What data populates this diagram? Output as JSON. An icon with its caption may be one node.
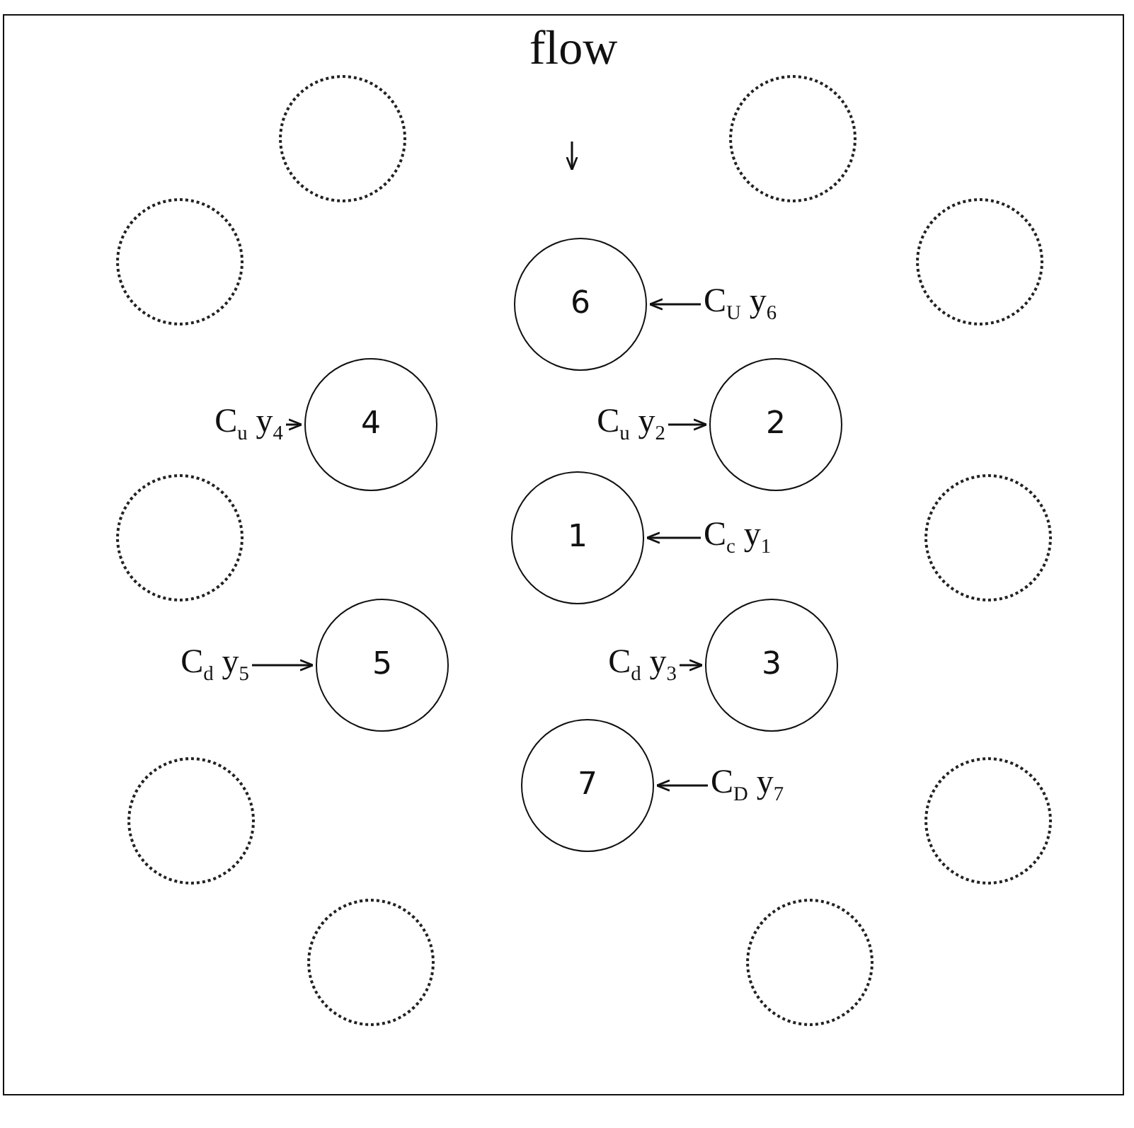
{
  "diagram": {
    "nodes": [
      {
        "text": [],
        "shape": "circle"
      },
      {
        "text": [],
        "shape": "circle"
      },
      {
        "text": [
          "6"
        ]
      },
      {
        "text": [
          "C$_{U}$ y$_{6}$"
        ]
      },
      {
        "text": [],
        "shape": "circle"
      },
      {
        "text": [],
        "shape": "circle"
      },
      {
        "text": [
          "C$_{u}$ y$_{4}$"
        ]
      },
      {
        "text": [
          "4"
        ]
      },
      {
        "text": [
          "C$_{u}$ y$_{2}$"
        ]
      },
      {
        "text": [
          "2"
        ]
      },
      {
        "text": [],
        "shape": "circle"
      },
      {
        "text": [
          "1"
        ]
      },
      {
        "text": [
          "C$_{c}$ y$_{1}$"
        ]
      },
      {
        "text": [],
        "shape": "circle"
      },
      {
        "text": [
          "C$_{d}$ y$_{5}$"
        ]
      },
      {
        "text": [
          "5"
        ]
      },
      {
        "text": [
          "C$_{d}$ y$_{3}$"
        ]
      },
      {
        "text": [
          "3"
        ]
      },
      {
        "text": [],
        "shape": "circle"
      },
      {
        "text": [
          "7"
        ]
      },
      {
        "text": [
          "C$_{D}$ y$_{7}$"
        ]
      },
      {
        "text": [],
        "shape": "circle"
      },
      {
        "text": [],
        "shape": "circle"
      },
      {
        "text": [],
        "shape": "circle"
      }
    ],
    "edges": [
      {
        "from": 3,
        "to": 2,
        "arrow": "to"
      },
      {
        "from": 6,
        "to": 7,
        "arrow": "to"
      },
      {
        "from": 8,
        "to": 9,
        "arrow": "to"
      },
      {
        "from": 12,
        "to": 11,
        "arrow": "to"
      },
      {
        "from": 14,
        "to": 15,
        "arrow": "to"
      },
      {
        "from": 16,
        "to": 17,
        "arrow": "to"
      },
      {
        "from": 20,
        "to": 19,
        "arrow": "to"
      }
    ],
    "labels": [
      "flow"
    ]
  }
}
